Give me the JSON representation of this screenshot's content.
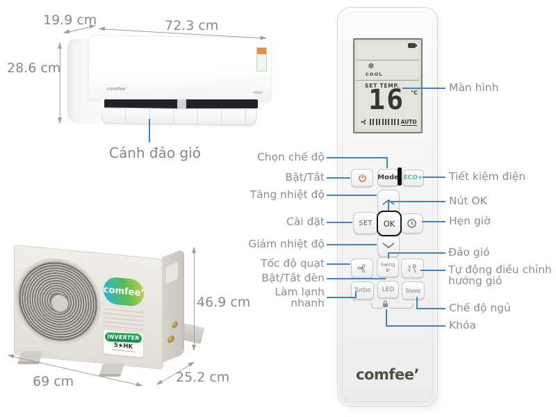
{
  "colors": {
    "callout_line_blue": "#3e82c9",
    "label_gray": "#8a8c90",
    "eco_teal": "#45bfae",
    "power_orange": "#e4704e",
    "inverter_green": "#1f9d55",
    "brand_dark_green": "#4b5240"
  },
  "indoor_unit": {
    "brand": "comfee’",
    "dim_depth": "19.9 cm",
    "dim_width": "72.3 cm",
    "dim_height": "28.6 cm",
    "flap_callout": "Cánh đảo gió"
  },
  "outdoor_unit": {
    "brand": "comfee’",
    "badge_inverter": "INVERTER",
    "badge_stars": "5★HK",
    "dim_width": "69 cm",
    "dim_depth": "25.2 cm",
    "dim_height": "46.9 cm"
  },
  "remote": {
    "display": {
      "mode": "COOL",
      "set_temp_label": "SET TEMP.",
      "temperature": "16",
      "temp_unit": "°C",
      "fan_mode": "AUTO"
    },
    "buttons": {
      "mode": "Mode",
      "eco": "ECO+",
      "set": "SET",
      "ok": "OK",
      "swing": "Swing",
      "turbo": "Turbo",
      "led": "LED",
      "sleep": "Sleep"
    },
    "brand": "comfee’"
  },
  "callouts_left": [
    {
      "text": "Chọn chế độ"
    },
    {
      "text": "Bật/Tắt"
    },
    {
      "text": "Tăng nhiệt độ"
    },
    {
      "text": "Cài đặt"
    },
    {
      "text": "Giảm nhiệt độ"
    },
    {
      "text": "Tốc độ quạt"
    },
    {
      "text": "Bật/Tắt đèn"
    },
    {
      "text": "Làm lạnh nhanh"
    }
  ],
  "callouts_right": [
    {
      "text": "Màn hình"
    },
    {
      "text": "Tiết kiệm điện"
    },
    {
      "text": "Nút OK"
    },
    {
      "text": "Hẹn giờ"
    },
    {
      "text": "Đảo gió"
    },
    {
      "text": "Tự động điều chỉnh hướng gió"
    },
    {
      "text": "Chế độ ngủ"
    },
    {
      "text": "Khóa"
    }
  ]
}
